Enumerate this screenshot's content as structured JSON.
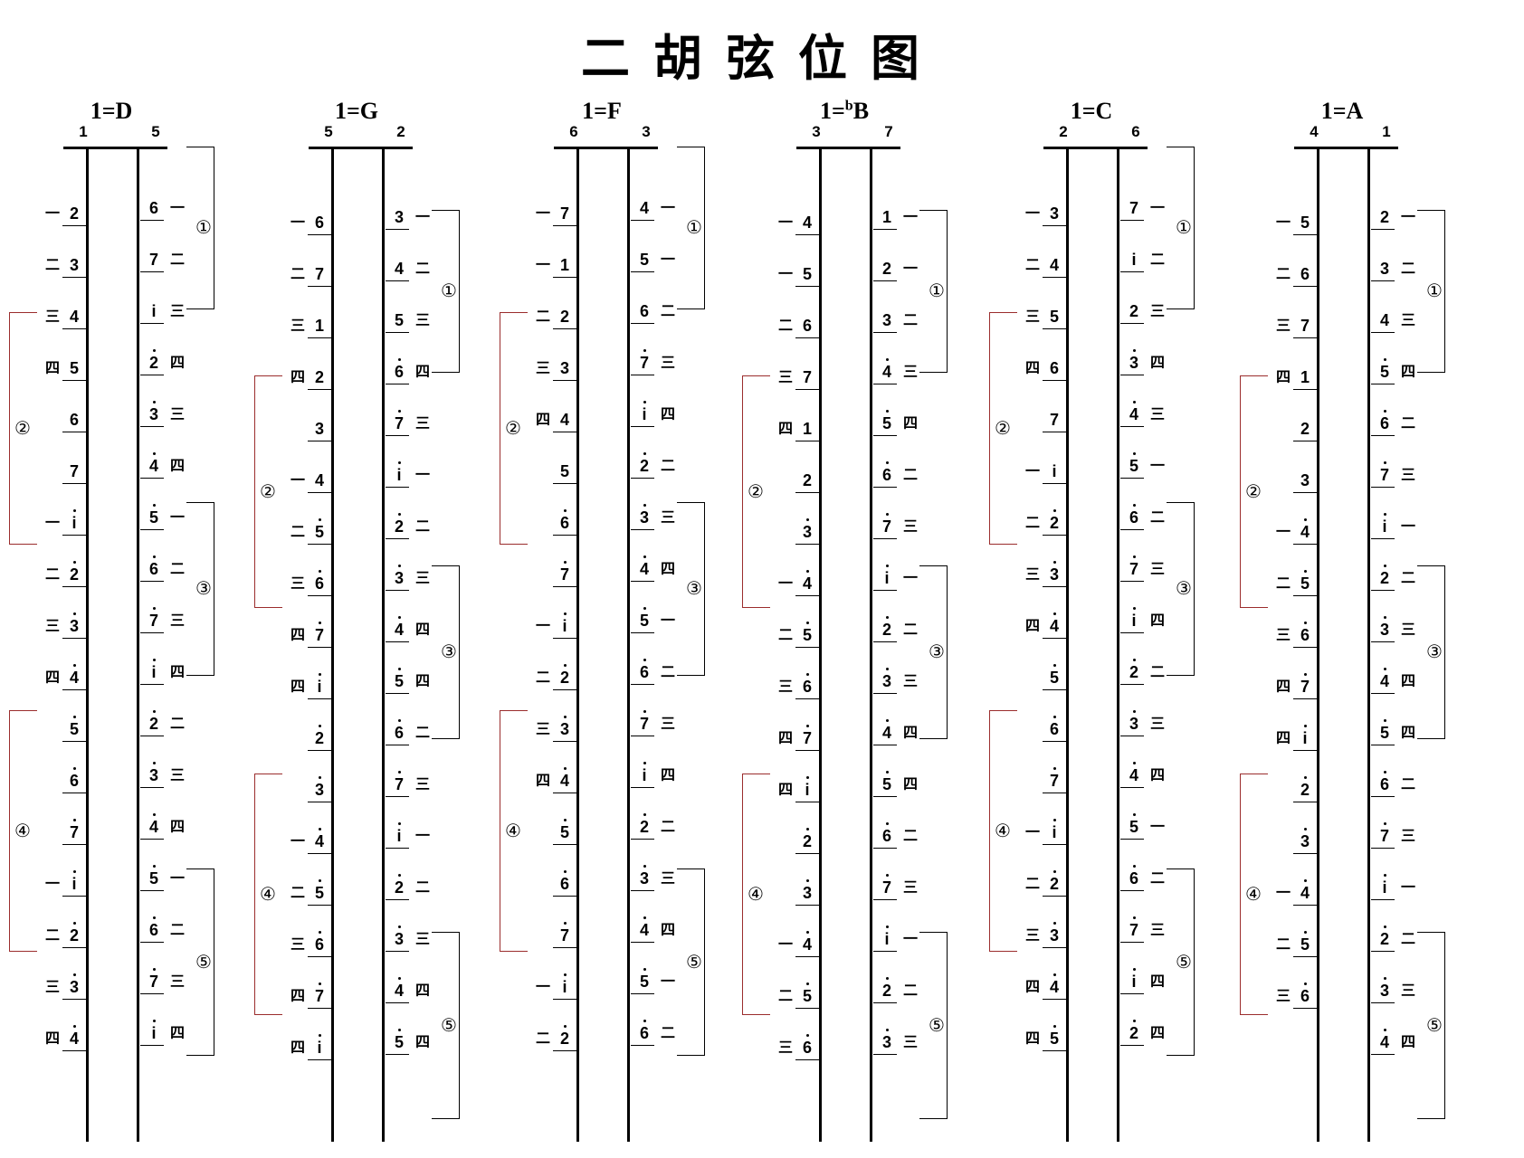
{
  "title": "二胡弦位图",
  "finger_legend": [
    "一",
    "二",
    "三",
    "四"
  ],
  "string_marks": [
    "①",
    "②",
    "③",
    "④",
    "⑤"
  ],
  "keys": [
    {
      "key": "1=D",
      "left_open": "1",
      "right_open": "5",
      "left_col": [
        [
          "一",
          "2"
        ],
        [
          "二",
          "3"
        ],
        [
          "三",
          "4"
        ],
        [
          "四",
          "5"
        ],
        [
          "",
          "6"
        ],
        [
          "",
          "7"
        ],
        [
          "一",
          "i"
        ],
        [
          "二",
          "2"
        ],
        [
          "三",
          "3"
        ],
        [
          "四",
          "4"
        ],
        [
          "",
          "5"
        ],
        [
          "",
          "6"
        ],
        [
          "",
          "7"
        ],
        [
          "一",
          "i"
        ],
        [
          "二",
          "2"
        ],
        [
          "三",
          "3"
        ],
        [
          "四",
          "4"
        ]
      ],
      "right_col": [
        [
          "6",
          "一"
        ],
        [
          "7",
          "二"
        ],
        [
          "i",
          "三"
        ],
        [
          "2",
          "四"
        ],
        [
          "3",
          "三"
        ],
        [
          "4",
          "四"
        ],
        [
          "5",
          "一"
        ],
        [
          "6",
          "二"
        ],
        [
          "7",
          "三"
        ],
        [
          "i",
          "四"
        ],
        [
          "2",
          "二"
        ],
        [
          "3",
          "三"
        ],
        [
          "4",
          "四"
        ],
        [
          "5",
          "一"
        ],
        [
          "6",
          "二"
        ],
        [
          "7",
          "三"
        ],
        [
          "i",
          "四"
        ]
      ]
    },
    {
      "key": "1=G",
      "left_open": "5",
      "right_open": "2",
      "left_col": [
        [
          "一",
          "6"
        ],
        [
          "二",
          "7"
        ],
        [
          "三",
          "1"
        ],
        [
          "四",
          "2"
        ],
        [
          "",
          "3"
        ],
        [
          "一",
          "4"
        ],
        [
          "二",
          "5"
        ],
        [
          "三",
          "6"
        ],
        [
          "四",
          "7"
        ],
        [
          "四",
          "i"
        ],
        [
          "",
          "2"
        ],
        [
          "",
          "3"
        ],
        [
          "一",
          "4"
        ],
        [
          "二",
          "5"
        ],
        [
          "三",
          "6"
        ],
        [
          "四",
          "7"
        ],
        [
          "四",
          "i"
        ]
      ],
      "right_col": [
        [
          "3",
          "一"
        ],
        [
          "4",
          "二"
        ],
        [
          "5",
          "三"
        ],
        [
          "6",
          "四"
        ],
        [
          "7",
          "三"
        ],
        [
          "i",
          "一"
        ],
        [
          "2",
          "二"
        ],
        [
          "3",
          "三"
        ],
        [
          "4",
          "四"
        ],
        [
          "5",
          "四"
        ],
        [
          "6",
          "二"
        ],
        [
          "7",
          "三"
        ],
        [
          "i",
          "一"
        ],
        [
          "2",
          "二"
        ],
        [
          "3",
          "三"
        ],
        [
          "4",
          "四"
        ],
        [
          "5",
          "四"
        ]
      ]
    },
    {
      "key": "1=F",
      "left_open": "6",
      "right_open": "3",
      "left_col": [
        [
          "一",
          "7"
        ],
        [
          "一",
          "1"
        ],
        [
          "二",
          "2"
        ],
        [
          "三",
          "3"
        ],
        [
          "四",
          "4"
        ],
        [
          "",
          "5"
        ],
        [
          "",
          "6"
        ],
        [
          "",
          "7"
        ],
        [
          "一",
          "i"
        ],
        [
          "二",
          "2"
        ],
        [
          "三",
          "3"
        ],
        [
          "四",
          "4"
        ],
        [
          "",
          "5"
        ],
        [
          "",
          "6"
        ],
        [
          "",
          "7"
        ],
        [
          "一",
          "i"
        ],
        [
          "二",
          "2"
        ]
      ],
      "right_col": [
        [
          "4",
          "一"
        ],
        [
          "5",
          "一"
        ],
        [
          "6",
          "二"
        ],
        [
          "7",
          "三"
        ],
        [
          "i",
          "四"
        ],
        [
          "2",
          "二"
        ],
        [
          "3",
          "三"
        ],
        [
          "4",
          "四"
        ],
        [
          "5",
          "一"
        ],
        [
          "6",
          "二"
        ],
        [
          "7",
          "三"
        ],
        [
          "i",
          "四"
        ],
        [
          "2",
          "二"
        ],
        [
          "3",
          "三"
        ],
        [
          "4",
          "四"
        ],
        [
          "5",
          "一"
        ],
        [
          "6",
          "二"
        ]
      ]
    },
    {
      "key": "1=bB",
      "key_main": "1=",
      "key_flat": "b",
      "key_note": "B",
      "left_open": "3",
      "right_open": "7",
      "left_col": [
        [
          "一",
          "4"
        ],
        [
          "一",
          "5"
        ],
        [
          "二",
          "6"
        ],
        [
          "三",
          "7"
        ],
        [
          "四",
          "1"
        ],
        [
          "",
          "2"
        ],
        [
          "",
          "3"
        ],
        [
          "一",
          "4"
        ],
        [
          "二",
          "5"
        ],
        [
          "三",
          "6"
        ],
        [
          "四",
          "7"
        ],
        [
          "四",
          "i"
        ],
        [
          "",
          "2"
        ],
        [
          "",
          "3"
        ],
        [
          "一",
          "4"
        ],
        [
          "二",
          "5"
        ],
        [
          "三",
          "6"
        ]
      ],
      "right_col": [
        [
          "1",
          "一"
        ],
        [
          "2",
          "一"
        ],
        [
          "3",
          "二"
        ],
        [
          "4",
          "三"
        ],
        [
          "5",
          "四"
        ],
        [
          "6",
          "二"
        ],
        [
          "7",
          "三"
        ],
        [
          "i",
          "一"
        ],
        [
          "2",
          "二"
        ],
        [
          "3",
          "三"
        ],
        [
          "4",
          "四"
        ],
        [
          "5",
          "四"
        ],
        [
          "6",
          "二"
        ],
        [
          "7",
          "三"
        ],
        [
          "i",
          "一"
        ],
        [
          "2",
          "二"
        ],
        [
          "3",
          "三"
        ]
      ]
    },
    {
      "key": "1=C",
      "left_open": "2",
      "right_open": "6",
      "left_col": [
        [
          "一",
          "3"
        ],
        [
          "二",
          "4"
        ],
        [
          "三",
          "5"
        ],
        [
          "四",
          "6"
        ],
        [
          "",
          "7"
        ],
        [
          "一",
          "i"
        ],
        [
          "二",
          "2"
        ],
        [
          "三",
          "3"
        ],
        [
          "四",
          "4"
        ],
        [
          "",
          "5"
        ],
        [
          "",
          "6"
        ],
        [
          "",
          "7"
        ],
        [
          "一",
          "i"
        ],
        [
          "二",
          "2"
        ],
        [
          "三",
          "3"
        ],
        [
          "四",
          "4"
        ],
        [
          "四",
          "5"
        ]
      ],
      "right_col": [
        [
          "7",
          "一"
        ],
        [
          "i",
          "二"
        ],
        [
          "2",
          "三"
        ],
        [
          "3",
          "四"
        ],
        [
          "4",
          "三"
        ],
        [
          "5",
          "一"
        ],
        [
          "6",
          "二"
        ],
        [
          "7",
          "三"
        ],
        [
          "i",
          "四"
        ],
        [
          "2",
          "二"
        ],
        [
          "3",
          "三"
        ],
        [
          "4",
          "四"
        ],
        [
          "5",
          "一"
        ],
        [
          "6",
          "二"
        ],
        [
          "7",
          "三"
        ],
        [
          "i",
          "四"
        ],
        [
          "2",
          "四"
        ]
      ]
    },
    {
      "key": "1=A",
      "left_open": "4",
      "right_open": "1",
      "left_col": [
        [
          "一",
          "5"
        ],
        [
          "二",
          "6"
        ],
        [
          "三",
          "7"
        ],
        [
          "四",
          "1"
        ],
        [
          "",
          "2"
        ],
        [
          "",
          "3"
        ],
        [
          "一",
          "4"
        ],
        [
          "二",
          "5"
        ],
        [
          "三",
          "6"
        ],
        [
          "四",
          "7"
        ],
        [
          "四",
          "i"
        ],
        [
          "",
          "2"
        ],
        [
          "",
          "3"
        ],
        [
          "一",
          "4"
        ],
        [
          "二",
          "5"
        ],
        [
          "三",
          "6"
        ]
      ],
      "right_col": [
        [
          "2",
          "一"
        ],
        [
          "3",
          "二"
        ],
        [
          "4",
          "三"
        ],
        [
          "5",
          "四"
        ],
        [
          "6",
          "二"
        ],
        [
          "7",
          "三"
        ],
        [
          "i",
          "一"
        ],
        [
          "2",
          "二"
        ],
        [
          "3",
          "三"
        ],
        [
          "4",
          "四"
        ],
        [
          "5",
          "四"
        ],
        [
          "6",
          "二"
        ],
        [
          "7",
          "三"
        ],
        [
          "i",
          "一"
        ],
        [
          "2",
          "二"
        ],
        [
          "3",
          "三"
        ],
        [
          "4",
          "四"
        ]
      ]
    }
  ]
}
